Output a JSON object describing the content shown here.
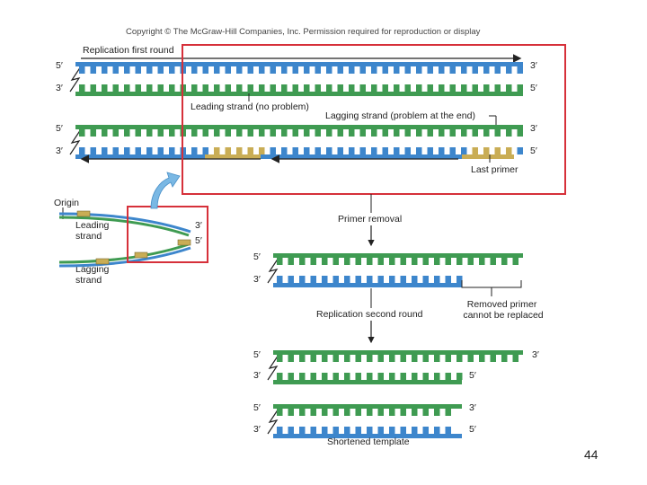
{
  "copyright": "Copyright © The McGraw-Hill Companies, Inc. Permission required for reproduction or display",
  "labels": {
    "replication_first_round": "Replication first round",
    "leading_strand_no_problem": "Leading strand (no problem)",
    "lagging_strand_problem": "Lagging strand (problem at the end)",
    "last_primer": "Last primer",
    "origin": "Origin",
    "leading_strand": "Leading\nstrand",
    "lagging_strand": "Lagging\nstrand",
    "primer_removal": "Primer removal",
    "removed_primer": "Removed primer\ncannot be replaced",
    "replication_second_round": "Replication second round",
    "shortened_template": "Shortened template"
  },
  "ends": {
    "five_prime": "5′",
    "three_prime": "3′"
  },
  "colors": {
    "blue_strand": "#3d86cc",
    "green_strand": "#3f9b52",
    "primer": "#c9ad55",
    "highlight_box": "#d6303a",
    "callout_arrow": "#7ab8e4"
  },
  "page_number": "44"
}
